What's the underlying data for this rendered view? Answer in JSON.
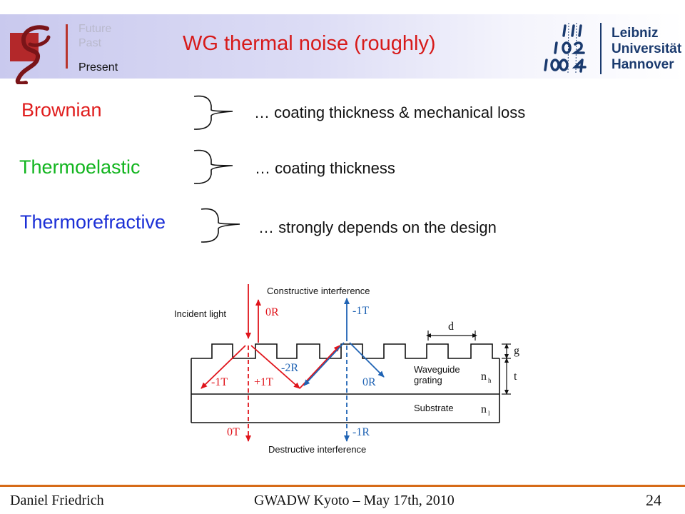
{
  "header": {
    "timeline": {
      "future": "Future",
      "past": "Past",
      "present": "Present"
    },
    "title": "WG thermal noise (roughly)",
    "logo_right_lines": [
      "Leibniz",
      "Universität",
      "Hannover"
    ]
  },
  "noise_types": [
    {
      "label": "Brownian",
      "color": "#e01d1d",
      "description": "… coating thickness & mechanical loss"
    },
    {
      "label": "Thermoelastic",
      "color": "#12b51f",
      "description": "… coating thickness"
    },
    {
      "label": "Thermorefractive",
      "color": "#1b2fd6",
      "description": "… strongly depends on the design"
    }
  ],
  "diagram": {
    "constructive": "Constructive interference",
    "destructive": "Destructive interference",
    "incident": "Incident light",
    "r0_top": "0R",
    "t_minus1_top": "-1T",
    "d": "d",
    "g": "g",
    "t": "t",
    "r_minus2": "-2R",
    "wg_line1": "Waveguide",
    "wg_line2": "grating",
    "n_h_base": "n",
    "n_h_sub": "h",
    "n_l_base": "n",
    "n_l_sub": "l",
    "t_minus1_left": "-1T",
    "t_plus1": "+1T",
    "r0_right": "0R",
    "substrate": "Substrate",
    "t0_bottom": "0T",
    "r_minus1_bottom": "-1R",
    "colors": {
      "red": "#e0141b",
      "blue": "#1f63b4",
      "black": "#111111"
    }
  },
  "footer": {
    "author": "Daniel Friedrich",
    "event": "GWADW Kyoto – May 17th, 2010",
    "page": "24"
  }
}
